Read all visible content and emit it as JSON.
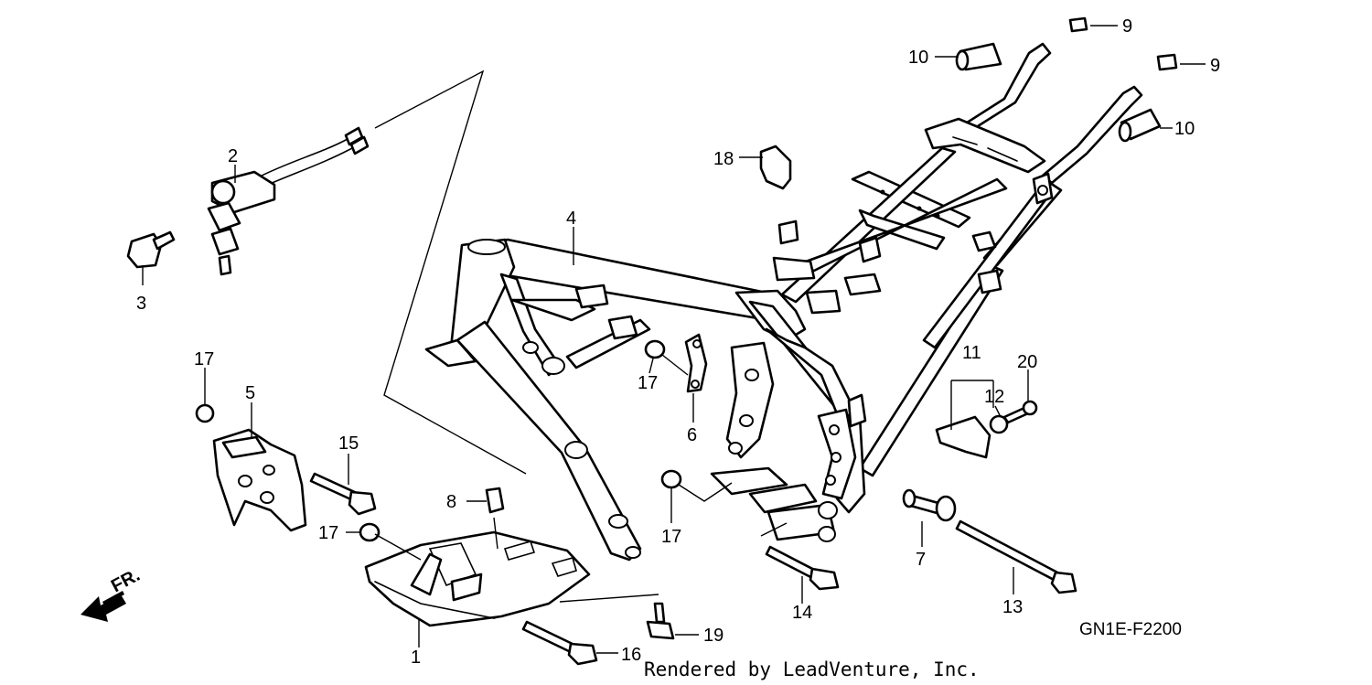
{
  "diagram": {
    "callouts": [
      {
        "id": "c1",
        "text": "1"
      },
      {
        "id": "c2",
        "text": "2"
      },
      {
        "id": "c3",
        "text": "3"
      },
      {
        "id": "c4",
        "text": "4"
      },
      {
        "id": "c5",
        "text": "5"
      },
      {
        "id": "c6",
        "text": "6"
      },
      {
        "id": "c7",
        "text": "7"
      },
      {
        "id": "c8",
        "text": "8"
      },
      {
        "id": "c9a",
        "text": "9"
      },
      {
        "id": "c9b",
        "text": "9"
      },
      {
        "id": "c10a",
        "text": "10"
      },
      {
        "id": "c10b",
        "text": "10"
      },
      {
        "id": "c11",
        "text": "11"
      },
      {
        "id": "c12",
        "text": "12"
      },
      {
        "id": "c13",
        "text": "13"
      },
      {
        "id": "c14",
        "text": "14"
      },
      {
        "id": "c15",
        "text": "15"
      },
      {
        "id": "c16",
        "text": "16"
      },
      {
        "id": "c17a",
        "text": "17"
      },
      {
        "id": "c17b",
        "text": "17"
      },
      {
        "id": "c17c",
        "text": "17"
      },
      {
        "id": "c17d",
        "text": "17"
      },
      {
        "id": "c18",
        "text": "18"
      },
      {
        "id": "c19",
        "text": "19"
      },
      {
        "id": "c20",
        "text": "20"
      }
    ],
    "direction_label": "FR.",
    "diagram_code": "GN1E-F2200",
    "credit": "Rendered by LeadVenture, Inc."
  }
}
